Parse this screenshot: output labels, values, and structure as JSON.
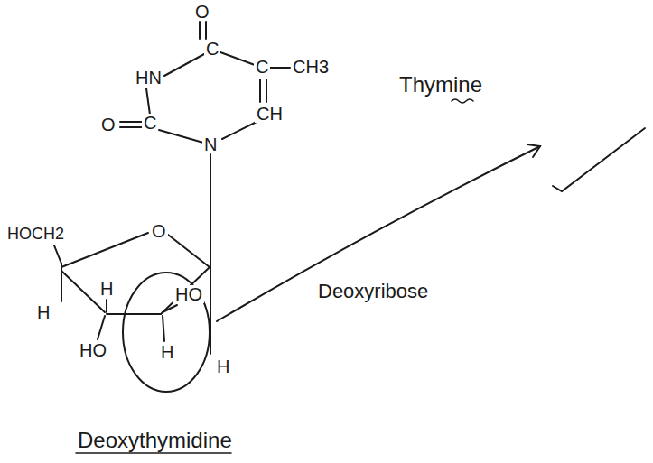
{
  "diagram": {
    "caption": "Deoxythymidine",
    "nodes": [
      {
        "text": [
          "HO",
          "H"
        ]
      }
    ],
    "labels": [
      "O",
      "HN",
      "C",
      "C",
      "CH3",
      "CH",
      "O",
      "C",
      "N",
      "Thymine",
      "HOCH2",
      "O",
      "H",
      "H",
      "HO",
      "H",
      "Deoxyribose"
    ]
  }
}
